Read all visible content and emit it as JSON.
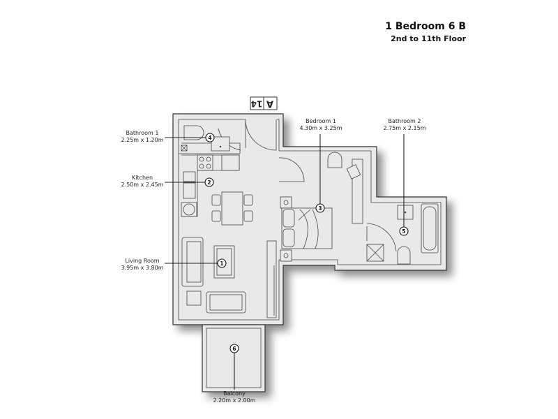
{
  "header": {
    "title": "1 Bedroom 6 B",
    "subtitle": "2nd to 11th Floor"
  },
  "unit_tag": {
    "letter": "A",
    "number": "14"
  },
  "rooms": [
    {
      "number": "1",
      "name": "Living Room",
      "size": "3.95m x 3.80m"
    },
    {
      "number": "2",
      "name": "Kitchen",
      "size": "2.50m x 2.45m"
    },
    {
      "number": "3",
      "name": "Bedroom 1",
      "size": "4.30m x 3.25m"
    },
    {
      "number": "4",
      "name": "Bathroom 1",
      "size": "2.25m x 1.20m"
    },
    {
      "number": "5",
      "name": "Bathroom 2",
      "size": "2.75m x 2.15m"
    },
    {
      "number": "6",
      "name": "Balcony",
      "size": "2.20m x 2.00m"
    }
  ]
}
